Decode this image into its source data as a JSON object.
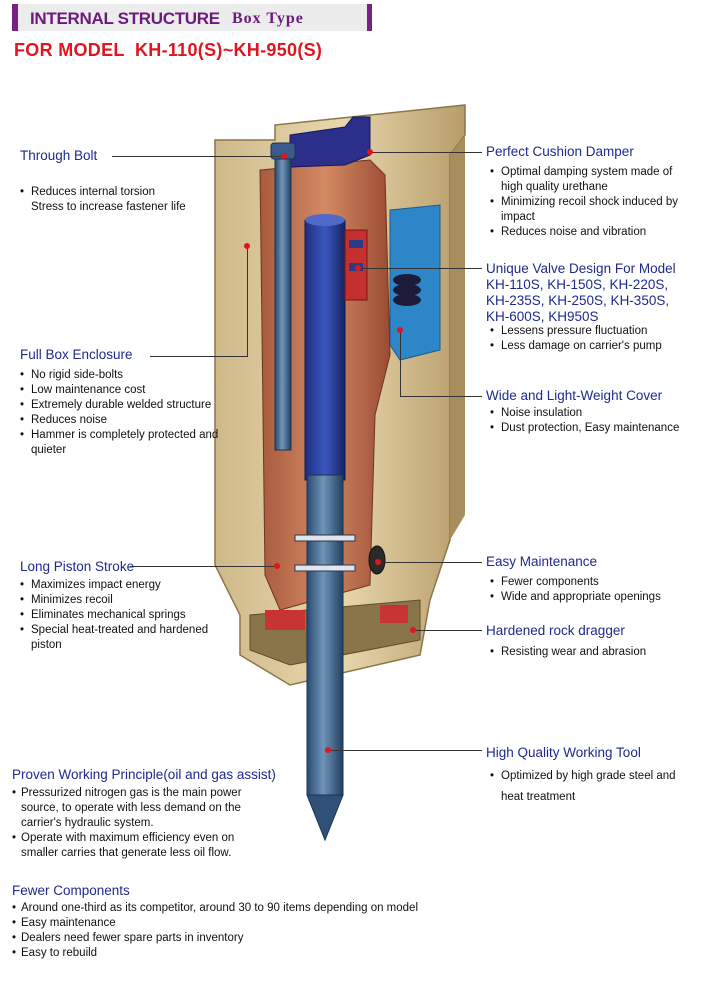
{
  "header": {
    "title_bold": "INTERNAL STRUCTURE",
    "title_type": "Box Type",
    "model_line": "FOR MODEL  KH-110(S)~KH-950(S)"
  },
  "colors": {
    "purple": "#7a1f84",
    "red": "#e0151f",
    "blue": "#1e2a8c"
  },
  "callouts": {
    "through_bolt": {
      "title": "Through Bolt",
      "items": [
        "Reduces internal torsion\nStress to increase fastener life"
      ]
    },
    "full_box": {
      "title": "Full Box Enclosure",
      "items": [
        "No rigid side-bolts",
        "Low maintenance cost",
        "Extremely durable welded structure",
        "Reduces noise",
        "Hammer is completely protected and quieter"
      ]
    },
    "long_piston": {
      "title": "Long Piston Stroke",
      "items": [
        "Maximizes impact energy",
        "Minimizes recoil",
        "Eliminates mechanical springs",
        "Special heat-treated and hardened piston"
      ]
    },
    "proven": {
      "title": "Proven Working Principle(oil and gas assist)",
      "items": [
        "Pressurized nitrogen gas is the main power source, to operate with less demand on the carrier's hydraulic system.",
        "Operate with maximum efficiency even on smaller carries that generate less oil flow."
      ]
    },
    "fewer": {
      "title": "Fewer Components",
      "items": [
        "Around one-third as its competitor, around 30 to 90 items depending on model",
        "Easy maintenance",
        "Dealers need fewer spare parts in inventory",
        "Easy to rebuild"
      ]
    },
    "cushion": {
      "title": "Perfect Cushion Damper",
      "items": [
        "Optimal damping system made of high quality urethane",
        "Minimizing recoil shock induced by impact",
        "Reduces noise and vibration"
      ]
    },
    "valve": {
      "title_lines": [
        "Unique Valve Design For Model",
        "KH-110S, KH-150S, KH-220S,",
        "KH-235S, KH-250S, KH-350S,",
        "KH-600S, KH950S"
      ],
      "items": [
        "Lessens pressure fluctuation",
        "Less damage on carrier's pump"
      ]
    },
    "cover": {
      "title": "Wide and Light-Weight Cover",
      "items": [
        "Noise insulation",
        "Dust protection, Easy maintenance"
      ]
    },
    "easy": {
      "title": "Easy Maintenance",
      "items": [
        "Fewer components",
        "Wide and appropriate openings"
      ]
    },
    "dragger": {
      "title": "Hardened rock dragger",
      "items": [
        "Resisting wear and abrasion"
      ]
    },
    "tool": {
      "title": "High Quality Working Tool",
      "items": [
        "Optimized by high grade steel and heat treatment"
      ]
    }
  }
}
